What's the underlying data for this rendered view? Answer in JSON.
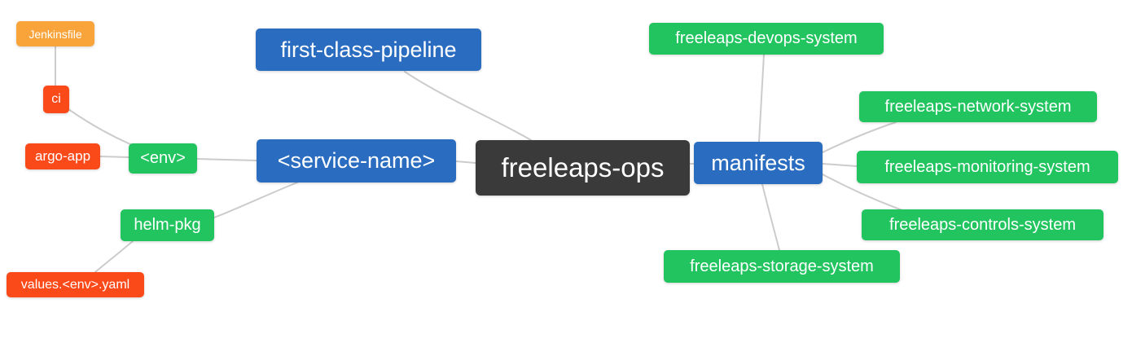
{
  "diagram": {
    "type": "mindmap",
    "title": "freeleaps-ops repository structure mind map",
    "palette": {
      "background": "#ffffff",
      "root_bg": "#3a3a3a",
      "level1_blue": "#2a6cc0",
      "level2_green": "#21c45f",
      "level3_red": "#fb4a1a",
      "level4_orange": "#f9a43a",
      "edge_gray": "#cccccc",
      "text_white": "#ffffff"
    },
    "nodes": [
      {
        "id": "freeleaps-ops",
        "label": "freeleaps-ops",
        "level": 0
      },
      {
        "id": "first-class-pipeline",
        "label": "first-class-pipeline",
        "level": 1
      },
      {
        "id": "service-name",
        "label": "<service-name>",
        "level": 1
      },
      {
        "id": "manifests",
        "label": "manifests",
        "level": 1
      },
      {
        "id": "env",
        "label": "<env>",
        "level": 2
      },
      {
        "id": "helm-pkg",
        "label": "helm-pkg",
        "level": 2
      },
      {
        "id": "freeleaps-devops-system",
        "label": "freeleaps-devops-system",
        "level": 2
      },
      {
        "id": "freeleaps-network-system",
        "label": "freeleaps-network-system",
        "level": 2
      },
      {
        "id": "freeleaps-monitoring-system",
        "label": "freeleaps-monitoring-system",
        "level": 2
      },
      {
        "id": "freeleaps-controls-system",
        "label": "freeleaps-controls-system",
        "level": 2
      },
      {
        "id": "freeleaps-storage-system",
        "label": "freeleaps-storage-system",
        "level": 2
      },
      {
        "id": "ci",
        "label": "ci",
        "level": 3
      },
      {
        "id": "argo-app",
        "label": "argo-app",
        "level": 3
      },
      {
        "id": "values-env-yaml",
        "label": "values.<env>.yaml",
        "level": 3
      },
      {
        "id": "jenkinsfile",
        "label": "Jenkinsfile",
        "level": 4
      }
    ],
    "edges": [
      {
        "from": "freeleaps-ops",
        "to": "first-class-pipeline"
      },
      {
        "from": "freeleaps-ops",
        "to": "<service-name>"
      },
      {
        "from": "freeleaps-ops",
        "to": "manifests"
      },
      {
        "from": "<service-name>",
        "to": "<env>"
      },
      {
        "from": "<service-name>",
        "to": "helm-pkg"
      },
      {
        "from": "<env>",
        "to": "ci"
      },
      {
        "from": "<env>",
        "to": "argo-app"
      },
      {
        "from": "ci",
        "to": "Jenkinsfile"
      },
      {
        "from": "helm-pkg",
        "to": "values.<env>.yaml"
      },
      {
        "from": "manifests",
        "to": "freeleaps-devops-system"
      },
      {
        "from": "manifests",
        "to": "freeleaps-network-system"
      },
      {
        "from": "manifests",
        "to": "freeleaps-monitoring-system"
      },
      {
        "from": "manifests",
        "to": "freeleaps-controls-system"
      },
      {
        "from": "manifests",
        "to": "freeleaps-storage-system"
      }
    ]
  }
}
